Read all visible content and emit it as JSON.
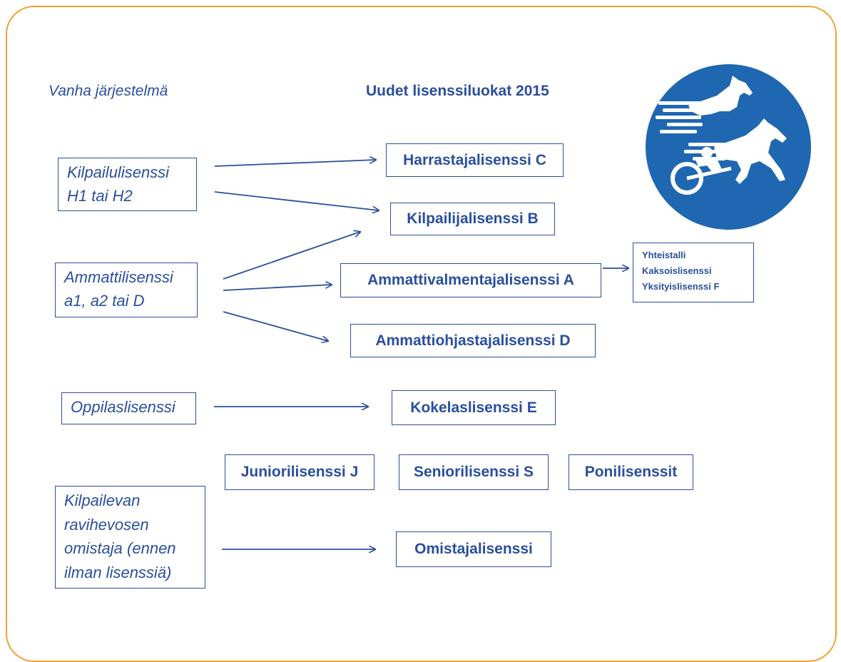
{
  "headers": {
    "old_system": "Vanha järjestelmä",
    "new_classes": "Uudet lisenssiluokat 2015"
  },
  "old_boxes": [
    {
      "lines": [
        "Kilpailulisenssi",
        "H1 tai H2"
      ]
    },
    {
      "lines": [
        "Ammattilisenssi",
        "a1, a2 tai D"
      ]
    },
    {
      "lines": [
        "Oppilaslisenssi"
      ]
    },
    {
      "lines": [
        "Kilpailevan",
        "ravihevosen",
        "omistaja (ennen",
        "ilman lisenssiä)"
      ]
    }
  ],
  "new_boxes": [
    "Harrastajalisenssi C",
    "Kilpailijalisenssi B",
    "Ammattivalmentajalisenssi A",
    "Ammattiohjastajalisenssi D",
    "Kokelaslisenssi E",
    "Juniorilisenssi J",
    "Seniorilisenssi S",
    "Ponilisenssit",
    "Omistajalisenssi"
  ],
  "sub_box": {
    "lines": [
      "Yhteistalli",
      "Kaksoislisenssi",
      "Yksityislisenssi F"
    ]
  },
  "colors": {
    "text": "#2a4f9c",
    "frame": "#f0a030",
    "logo": "#1f67b1"
  },
  "logo": {
    "icon": "trotting-horse-logo"
  }
}
